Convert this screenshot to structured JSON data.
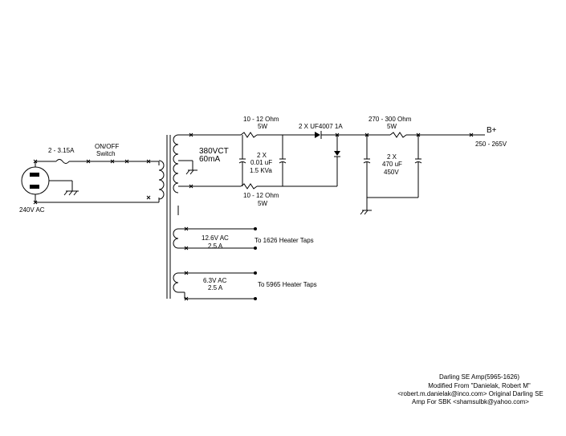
{
  "labels": {
    "fuse": "2 - 3.15A",
    "switch_line1": "ON/OFF",
    "switch_line2": "Switch",
    "mains": "240V AC",
    "hv_winding_line1": "380VCT",
    "hv_winding_line2": "60mA",
    "resistor_top_line1": "10 - 12 Ohm",
    "resistor_top_line2": "5W",
    "resistor_bottom_line1": "10 - 12 Ohm",
    "resistor_bottom_line2": "5W",
    "caps_small_line1": "2 X",
    "caps_small_line2": "0.01 uF",
    "caps_small_line3": "1.5 KVa",
    "diodes": "2 X UF4007 1A",
    "resistor_b_line1": "270 - 300 Ohm",
    "resistor_b_line2": "5W",
    "caps_big_line1": "2 X",
    "caps_big_line2": "470 uF",
    "caps_big_line3": "450V",
    "bplus": "B+",
    "bplus_voltage": "250 - 265V",
    "heater1_line1": "12.6V AC",
    "heater1_line2": "2.5 A",
    "heater1_dest": "To 1626 Heater Taps",
    "heater2_line1": "6.3V AC",
    "heater2_line2": "2.5 A",
    "heater2_dest": "To 5965 Heater Taps"
  },
  "credits": {
    "line1": "Darling SE Amp(5965-1626)",
    "line2": "Modified From \"Danielak, Robert M\"",
    "line3": "<robert.m.danielak@inco.com> Original Darling SE",
    "line4": "Amp For SBK <shamsulbk@yahoo.com>"
  }
}
